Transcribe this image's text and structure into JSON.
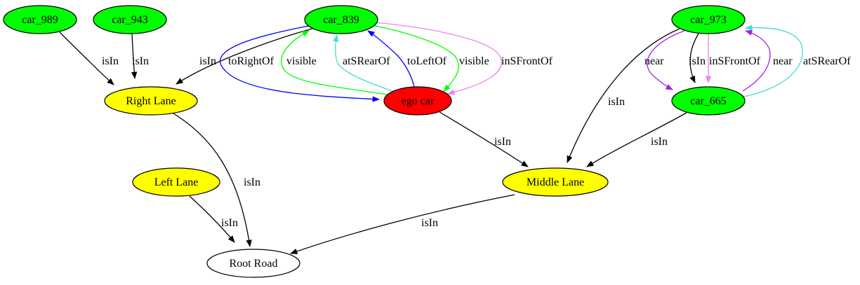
{
  "nodes": {
    "car_989": {
      "label": "car_989",
      "fill": "#00ff00"
    },
    "car_943": {
      "label": "car_943",
      "fill": "#00ff00"
    },
    "car_839": {
      "label": "car_839",
      "fill": "#00ff00"
    },
    "car_973": {
      "label": "car_973",
      "fill": "#00ff00"
    },
    "right_lane": {
      "label": "Right Lane",
      "fill": "#ffff00"
    },
    "ego_car": {
      "label": "ego car",
      "fill": "#ff0000"
    },
    "car_665": {
      "label": "car_665",
      "fill": "#00ff00"
    },
    "left_lane": {
      "label": "Left Lane",
      "fill": "#ffff00"
    },
    "middle_lane": {
      "label": "Middle Lane",
      "fill": "#ffff00"
    },
    "root_road": {
      "label": "Root Road",
      "fill": "#ffffff"
    }
  },
  "edges": [
    {
      "id": "e1",
      "from": "car_989",
      "to": "right_lane",
      "label": "isIn",
      "color": "#000000"
    },
    {
      "id": "e2",
      "from": "car_943",
      "to": "right_lane",
      "label": "isIn",
      "color": "#000000"
    },
    {
      "id": "e3",
      "from": "car_839",
      "to": "right_lane",
      "label": "isIn",
      "color": "#000000"
    },
    {
      "id": "e4",
      "from": "car_839",
      "to": "ego_car",
      "label": "toRightOf",
      "color": "#0000ff"
    },
    {
      "id": "e5",
      "from": "ego_car",
      "to": "car_839",
      "label": "visible",
      "color": "#00ff00"
    },
    {
      "id": "e6",
      "from": "ego_car",
      "to": "car_839",
      "label": "atSRearOf",
      "color": "#40e0d0"
    },
    {
      "id": "e7",
      "from": "ego_car",
      "to": "car_839",
      "label": "toLeftOf",
      "color": "#0000ff"
    },
    {
      "id": "e8",
      "from": "car_839",
      "to": "ego_car",
      "label": "visible",
      "color": "#00ff00"
    },
    {
      "id": "e9",
      "from": "car_839",
      "to": "ego_car",
      "label": "inSFrontOf",
      "color": "#ee82ee"
    },
    {
      "id": "e10",
      "from": "car_973",
      "to": "middle_lane",
      "label": "isIn",
      "color": "#000000"
    },
    {
      "id": "e11",
      "from": "car_973",
      "to": "car_665",
      "label": "near",
      "color": "#a020f0"
    },
    {
      "id": "e12",
      "from": "car_973",
      "to": "car_665",
      "label": "isIn",
      "color": "#000000"
    },
    {
      "id": "e13",
      "from": "car_973",
      "to": "car_665",
      "label": "inSFrontOf",
      "color": "#ee82ee"
    },
    {
      "id": "e14",
      "from": "car_665",
      "to": "car_973",
      "label": "near",
      "color": "#a020f0"
    },
    {
      "id": "e15",
      "from": "car_665",
      "to": "car_973",
      "label": "atSRearOf",
      "color": "#40e0d0"
    },
    {
      "id": "e16",
      "from": "ego_car",
      "to": "middle_lane",
      "label": "isIn",
      "color": "#000000"
    },
    {
      "id": "e17",
      "from": "car_665",
      "to": "middle_lane",
      "label": "isIn",
      "color": "#000000"
    },
    {
      "id": "e18",
      "from": "right_lane",
      "to": "root_road",
      "label": "isIn",
      "color": "#000000"
    },
    {
      "id": "e19",
      "from": "left_lane",
      "to": "root_road",
      "label": "isIn",
      "color": "#000000"
    },
    {
      "id": "e20",
      "from": "middle_lane",
      "to": "root_road",
      "label": "isIn",
      "color": "#000000"
    }
  ]
}
